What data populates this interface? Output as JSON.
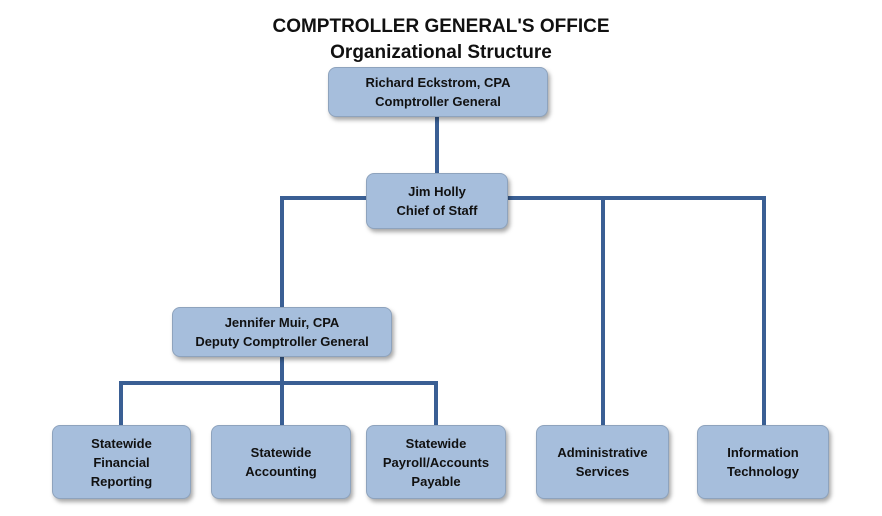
{
  "title": {
    "line1": "COMPTROLLER GENERAL'S OFFICE",
    "line2": "Organizational Structure"
  },
  "nodes": {
    "comptroller": {
      "lines": [
        "Richard Eckstrom, CPA",
        "Comptroller General"
      ]
    },
    "chief": {
      "lines": [
        "Jim Holly",
        "Chief of Staff"
      ]
    },
    "deputy": {
      "lines": [
        "Jennifer Muir, CPA",
        "Deputy Comptroller General"
      ]
    },
    "financial_reporting": {
      "lines": [
        "Statewide",
        "Financial",
        "Reporting"
      ]
    },
    "accounting": {
      "lines": [
        "Statewide",
        "Accounting"
      ]
    },
    "payroll": {
      "lines": [
        "Statewide",
        "Payroll/Accounts",
        "Payable"
      ]
    },
    "admin": {
      "lines": [
        "Administrative",
        "Services"
      ]
    },
    "it": {
      "lines": [
        "Information",
        "Technology"
      ]
    }
  },
  "colors": {
    "box_fill": "#a6bedc",
    "connector": "#3a5f94"
  }
}
